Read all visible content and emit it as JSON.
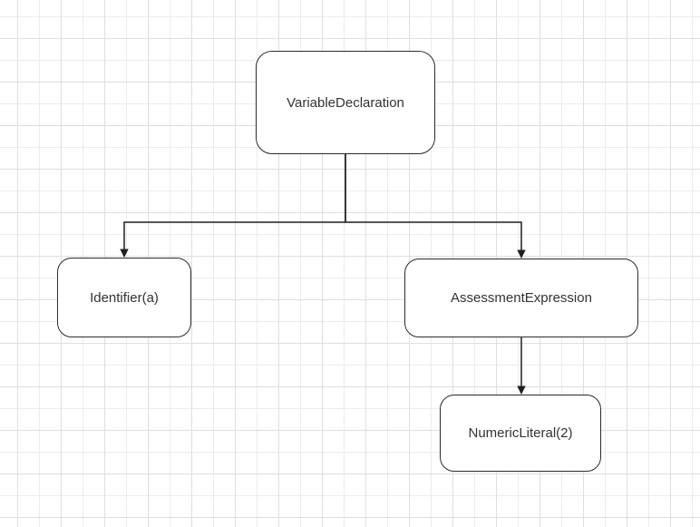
{
  "colors": {
    "canvas-bg": "#ffffff",
    "grid-minor": "#ececec",
    "grid-major": "#dfdfdf",
    "node-fill": "#ffffff",
    "node-border": "#2b2b2b",
    "node-text": "#333333",
    "connector": "#1f1f1f"
  },
  "diagram": {
    "type": "tree",
    "nodes": [
      {
        "id": "variable-declaration",
        "label": "VariableDeclaration"
      },
      {
        "id": "identifier",
        "label": "Identifier(a)"
      },
      {
        "id": "assessment-expression",
        "label": "AssessmentExpression"
      },
      {
        "id": "numeric-literal",
        "label": "NumericLiteral(2)"
      }
    ],
    "edges": [
      {
        "from": "VariableDeclaration",
        "to": "Identifier(a)"
      },
      {
        "from": "VariableDeclaration",
        "to": "AssessmentExpression"
      },
      {
        "from": "AssessmentExpression",
        "to": "NumericLiteral(2)"
      }
    ]
  }
}
